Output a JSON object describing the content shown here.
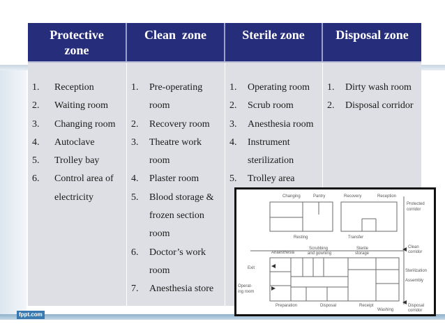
{
  "table": {
    "headers": [
      {
        "line1": "Protective",
        "line2": "zone"
      },
      {
        "line1": "Clean  zone",
        "line2": ""
      },
      {
        "line1": "Sterile zone",
        "line2": ""
      },
      {
        "line1": "Disposal zone",
        "line2": ""
      }
    ],
    "columns": [
      {
        "items": [
          {
            "num": "1.",
            "lines": [
              "Reception"
            ]
          },
          {
            "num": "2.",
            "lines": [
              "Waiting room"
            ]
          },
          {
            "num": "3.",
            "lines": [
              "Changing room"
            ]
          },
          {
            "num": "4.",
            "lines": [
              "Autoclave"
            ]
          },
          {
            "num": "5.",
            "lines": [
              "Trolley bay"
            ]
          },
          {
            "num": "6.",
            "lines": [
              "Control area of"
            ]
          }
        ],
        "tail": "electricity"
      },
      {
        "items": [
          {
            "num": "1.",
            "lines": [
              "Pre-operating",
              "room"
            ]
          },
          {
            "num": "2.",
            "lines": [
              "Recovery room"
            ]
          },
          {
            "num": "3.",
            "lines": [
              "Theatre work",
              "room"
            ]
          },
          {
            "num": "4.",
            "lines": [
              "Plaster room"
            ]
          },
          {
            "num": "5.",
            "lines": [
              "Blood storage &",
              "frozen section",
              "room"
            ]
          },
          {
            "num": "6.",
            "lines": [
              "Doctor’s work",
              "room"
            ]
          },
          {
            "num": "7.",
            "lines": [
              "Anesthesia store"
            ]
          }
        ]
      },
      {
        "items": [
          {
            "num": "1.",
            "lines": [
              "Operating room"
            ]
          },
          {
            "num": "2.",
            "lines": [
              "Scrub room"
            ]
          },
          {
            "num": "3.",
            "lines": [
              "Anesthesia room"
            ]
          },
          {
            "num": "4.",
            "lines": [
              "Instrument",
              "sterilization"
            ]
          },
          {
            "num": "5.",
            "lines": [
              "Trolley area"
            ]
          }
        ]
      },
      {
        "items": [
          {
            "num": "1.",
            "lines": [
              "Dirty wash room"
            ]
          },
          {
            "num": "2.",
            "lines": [
              "Disposal corridor"
            ]
          }
        ]
      }
    ]
  },
  "plan": {
    "labels": {
      "changing": "Changing",
      "pantry": "Pantry",
      "recovery": "Recovery",
      "reception": "Reception",
      "protected1": "Protected",
      "protected2": "corridor",
      "resting": "Resting",
      "transfer": "Transfer",
      "anaesthesia": "Anaesthesia",
      "scrubbing1": "Scrubbing",
      "scrubbing2": "and gowning",
      "sterile1": "Sterile",
      "sterile2": "storage",
      "clean1": "Clean",
      "clean2": "corridor",
      "exit": "Exit",
      "sterilization": "Sterilization",
      "assembly": "Assembly",
      "operating1": "Operat-",
      "operating2": "ing room",
      "preparation": "Preparation",
      "disposal": "Disposal",
      "receipt": "Receipt",
      "washing": "Washing",
      "disposal_c1": "Disposal",
      "disposal_c2": "corridor"
    }
  },
  "footer": {
    "brand": "fppt.com"
  }
}
